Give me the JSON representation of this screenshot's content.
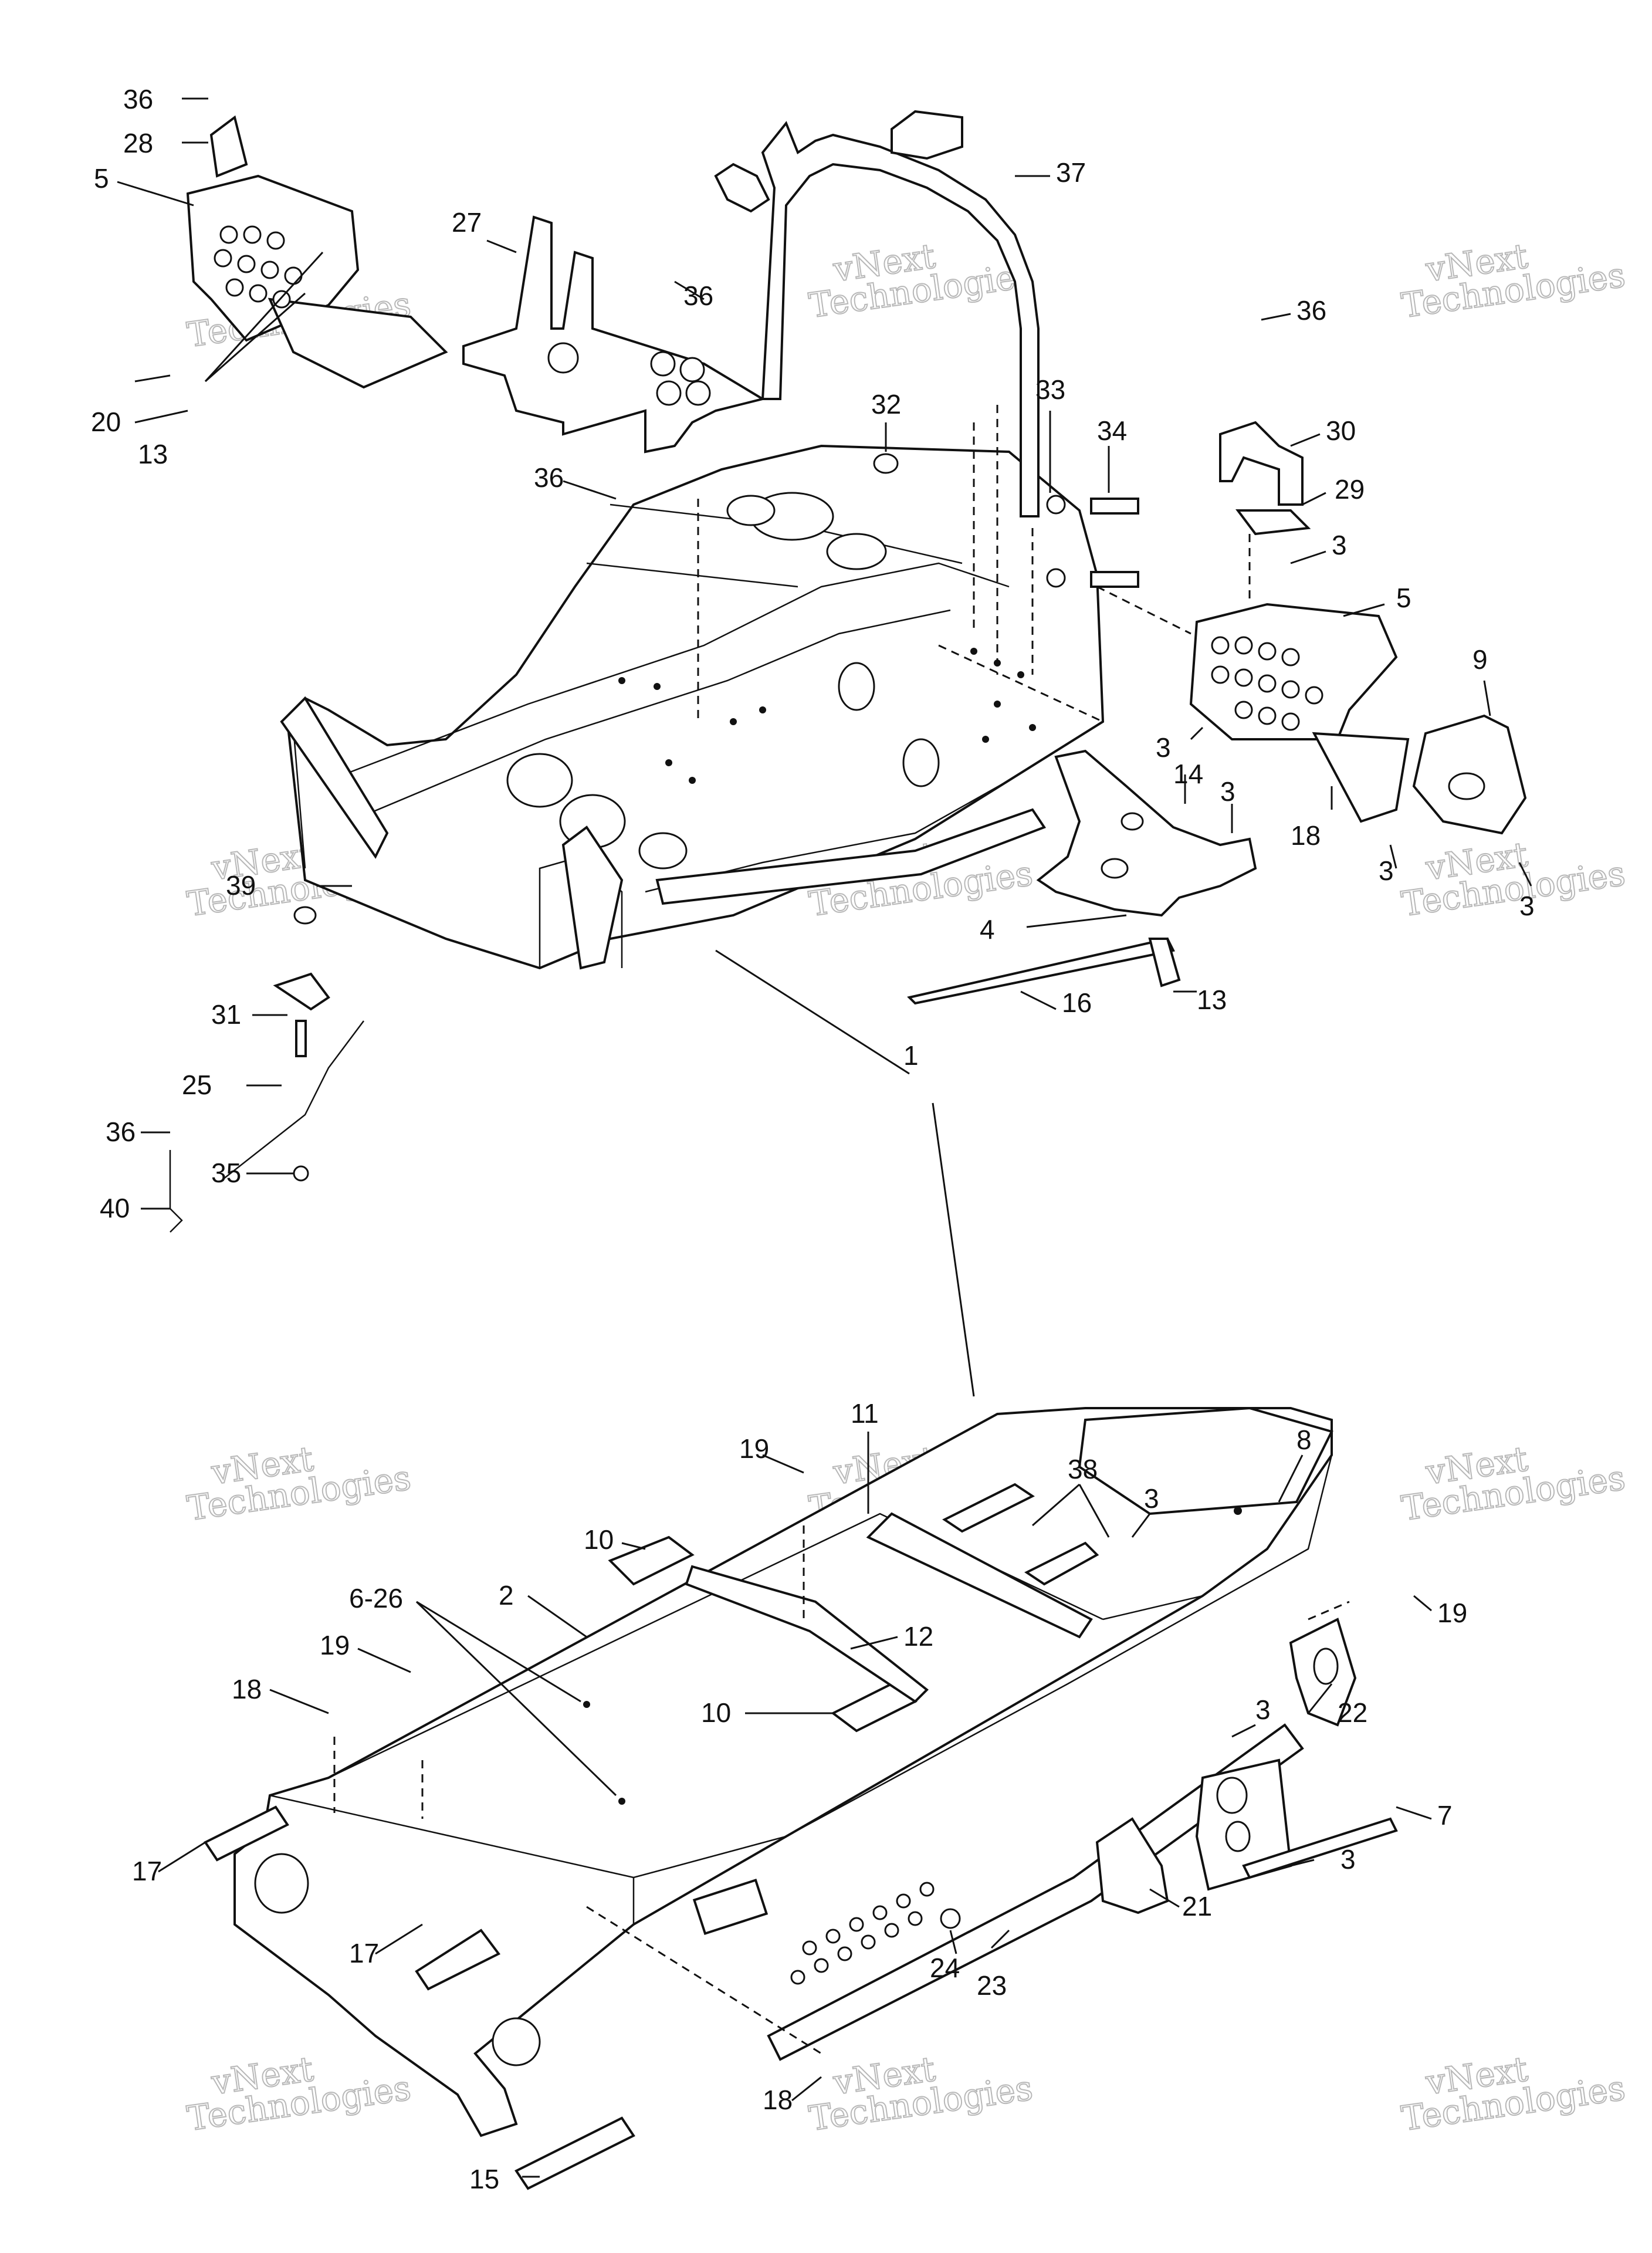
{
  "watermark": {
    "line1": "vNext",
    "line2": "Technologies"
  },
  "callouts": {
    "c36a": "36",
    "c28": "28",
    "c5a": "5",
    "c20": "20",
    "c13a": "13",
    "c27": "27",
    "c36b": "36",
    "c36c": "36",
    "c37": "37",
    "c32": "32",
    "c33": "33",
    "c34": "34",
    "c36d": "36",
    "c30": "30",
    "c29": "29",
    "c3a": "3",
    "c5b": "5",
    "c9": "9",
    "c3b": "3",
    "c14": "14",
    "c3c": "3",
    "c18a": "18",
    "c3d": "3",
    "c3e": "3",
    "c39": "39",
    "c4": "4",
    "c16": "16",
    "c13b": "13",
    "c1": "1",
    "c31": "31",
    "c25": "25",
    "c36e": "36",
    "c35": "35",
    "c40": "40",
    "c11": "11",
    "c19a": "19",
    "c8": "8",
    "c38": "38",
    "c3f": "3",
    "c10a": "10",
    "c6_26": "6-26",
    "c2": "2",
    "c12": "12",
    "c19b": "19",
    "c19c": "19",
    "c18b": "18",
    "c10b": "10",
    "c22": "22",
    "c3g": "3",
    "c7": "7",
    "c17a": "17",
    "c21": "21",
    "c3h": "3",
    "c24": "24",
    "c23": "23",
    "c17b": "17",
    "c18c": "18",
    "c15": "15"
  }
}
